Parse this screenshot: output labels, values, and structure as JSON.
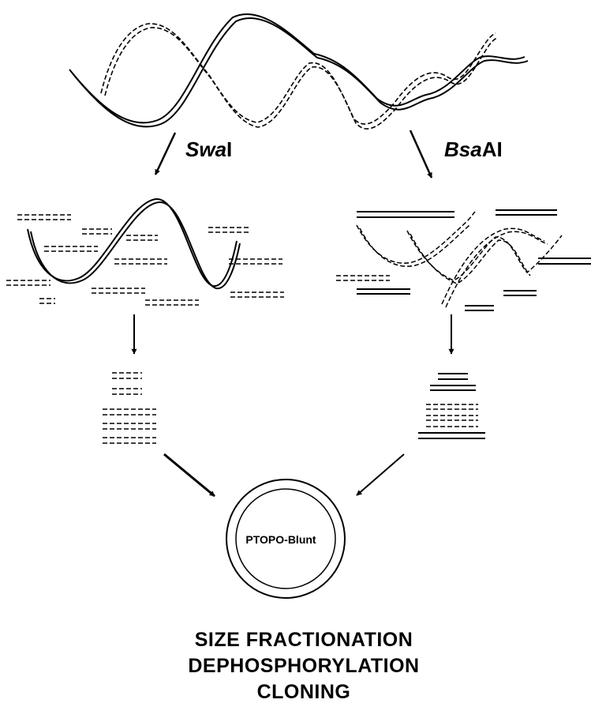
{
  "enzymes": {
    "left": {
      "name_italic": "Swa",
      "name_roman": "I"
    },
    "right": {
      "name_italic": "Bsa",
      "name_roman": "AI"
    }
  },
  "vector": {
    "label": "PTOPO-Blunt"
  },
  "steps": {
    "line1": "SIZE FRACTIONATION",
    "line2": "DEPHOSPHORYLATION",
    "line3": "CLONING"
  },
  "colors": {
    "ink": "#000000",
    "background": "#ffffff"
  }
}
